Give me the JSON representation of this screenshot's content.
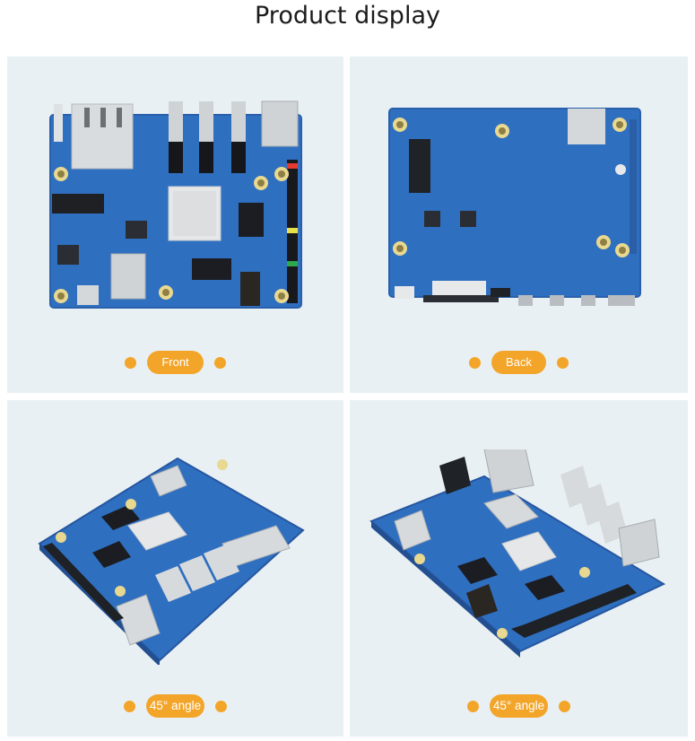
{
  "page": {
    "title": "Product display"
  },
  "gallery": [
    {
      "view": "front",
      "label": "Front"
    },
    {
      "view": "back",
      "label": "Back"
    },
    {
      "view": "angle-left",
      "label": "45° angle"
    },
    {
      "view": "angle-right",
      "label": "45° angle"
    }
  ],
  "colors": {
    "card_background": "#e9f0f4",
    "accent": "#f3a52a",
    "pcb_blue": "#2f6fc0",
    "title_text": "#1b1b1b"
  }
}
